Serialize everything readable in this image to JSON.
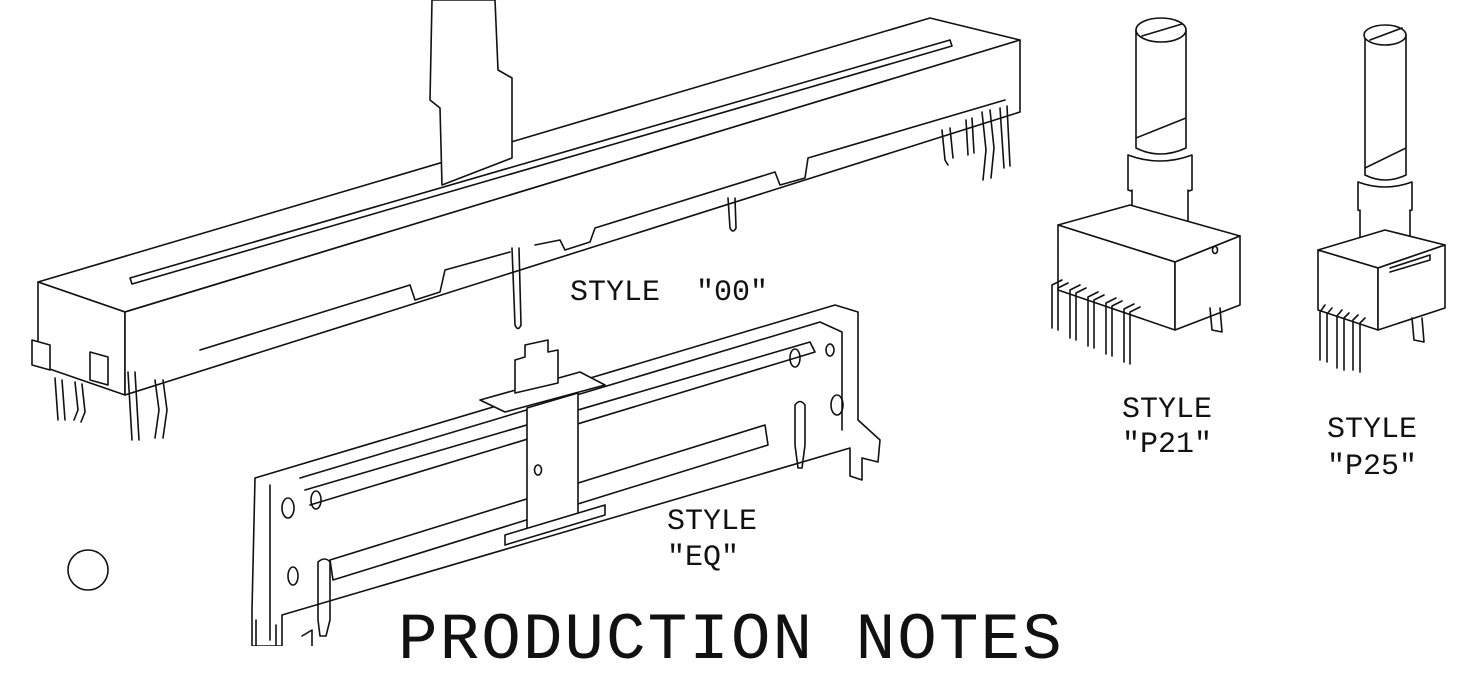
{
  "labels": {
    "style_00": "STYLE  \"00\"",
    "style_p21_line1": "STYLE",
    "style_p21_line2": "\"P21\"",
    "style_p25_line1": "STYLE",
    "style_p25_line2": "\"P25\"",
    "style_eq_line1": "STYLE",
    "style_eq_line2": "\"EQ\"",
    "heading": "PRODUCTION NOTES"
  },
  "colors": {
    "line": "#111111",
    "background": "#ffffff"
  }
}
